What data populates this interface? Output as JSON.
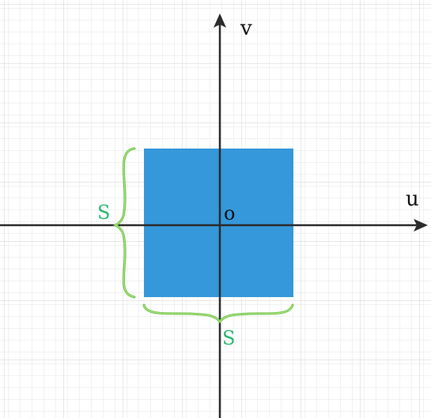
{
  "diagram": {
    "axes": {
      "horizontal_label": "u",
      "vertical_label": "v",
      "origin_label": "o"
    },
    "square": {
      "side_label_left": "S",
      "side_label_bottom": "S",
      "fill_color": "#3498db"
    },
    "colors": {
      "axis": "#2b2b2b",
      "brace": "#6cc24a",
      "brace_highlight": "#b8e986",
      "side_label": "#2eb872",
      "grid_minor": "#e6e6e6",
      "grid_major": "#d2d2d2"
    }
  }
}
